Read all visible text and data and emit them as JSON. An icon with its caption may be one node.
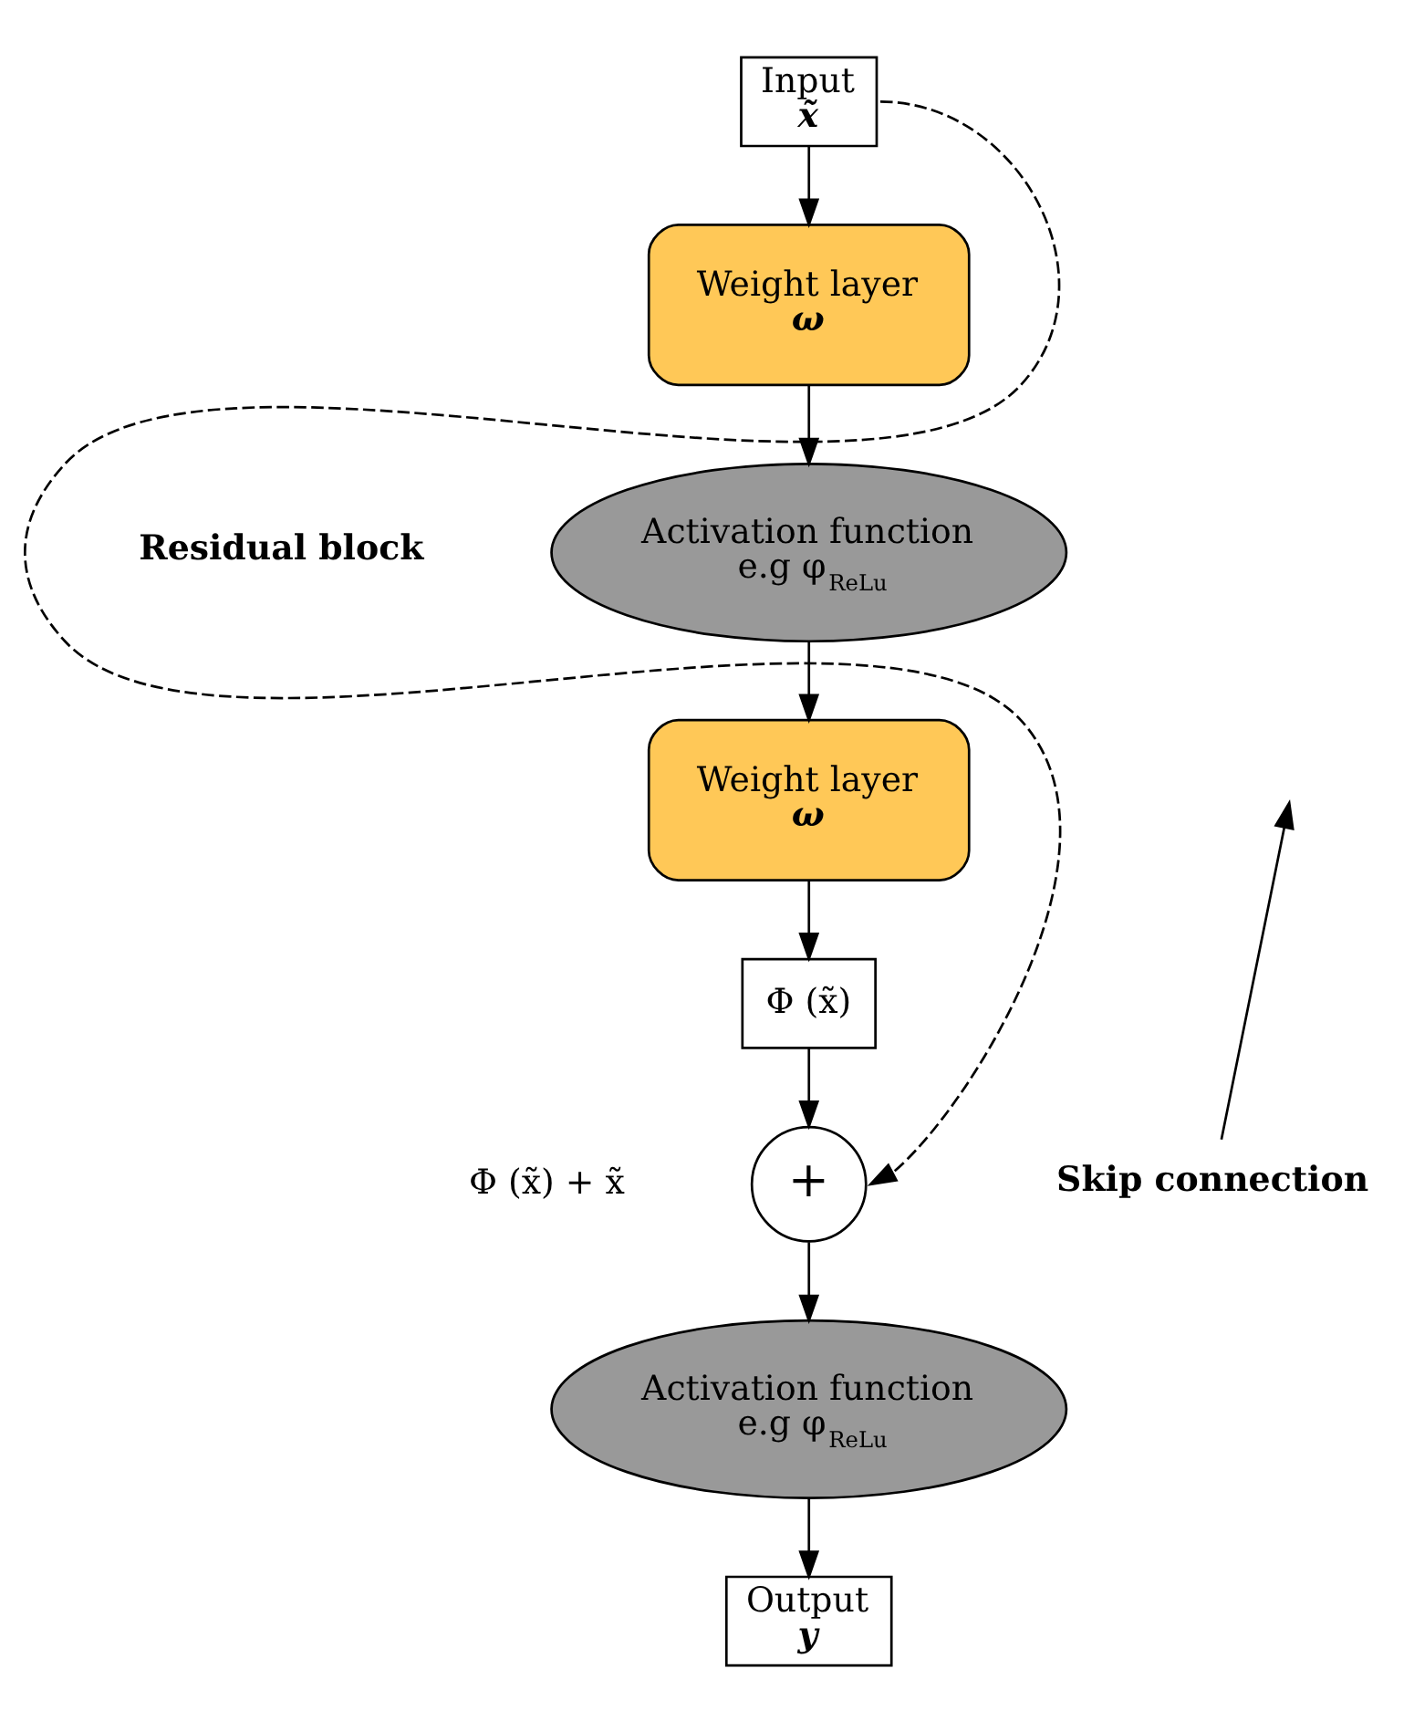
{
  "diagram": {
    "nodes": [
      {
        "text": [
          "Input",
          "x̃"
        ]
      },
      {
        "text": [
          "Weight layer",
          "ω"
        ]
      },
      {
        "text": [
          "Activation function",
          "e.g φ$_{ReLu}$"
        ]
      },
      {
        "text": [
          "Weight layer",
          "ω"
        ]
      },
      {
        "text": [
          "Φ (x̃)"
        ]
      },
      {
        "text": [
          "+"
        ]
      },
      {
        "text": [
          "Activation function",
          "e.g φ$_{ReLu}$"
        ]
      },
      {
        "text": [
          "Output",
          "y"
        ]
      },
      {
        "text": [
          "Skip connection"
        ]
      }
    ],
    "edges": [
      {
        "from": 0,
        "to": 1,
        "arrow": "to"
      },
      {
        "from": 1,
        "to": 2,
        "arrow": "to"
      },
      {
        "from": 2,
        "to": 3,
        "arrow": "to"
      },
      {
        "from": 3,
        "to": 4,
        "arrow": "to"
      },
      {
        "from": 4,
        "to": 5,
        "arrow": "to"
      },
      {
        "from": 5,
        "to": 6,
        "arrow": "to"
      },
      {
        "from": 6,
        "to": 7,
        "arrow": "to"
      },
      {
        "from": 0,
        "to": 5,
        "arrow": "to",
        "style": "dashed"
      },
      {
        "from": 8,
        "to": null,
        "arrow": "to"
      }
    ],
    "labels": [
      "Residual block",
      "Φ (x̃) + x̃"
    ]
  }
}
